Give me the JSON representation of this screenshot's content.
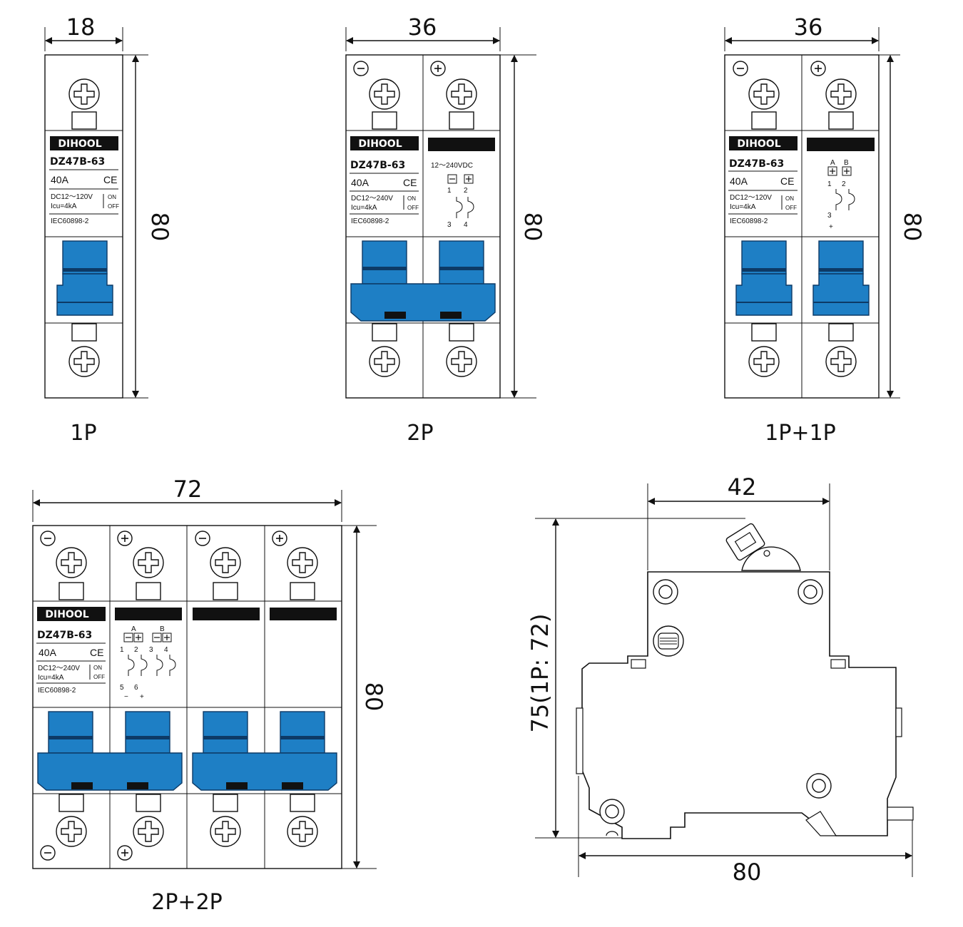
{
  "brand": "DIHOOL",
  "model": "DZ47B-63",
  "rating": "40A",
  "ce_mark": "CE",
  "voltage_120": "DC12～120V",
  "voltage_240": "DC12～240V",
  "voltage_240_module": "12～240VDC",
  "icu": "Icu=4kA",
  "standard": "IEC60898-2",
  "on_label": "ON",
  "off_label": "OFF",
  "terminals": {
    "t1": "1",
    "t2": "2",
    "t3": "3",
    "t4": "4",
    "t5": "5",
    "t6": "6",
    "a": "A",
    "b": "B",
    "plus": "+",
    "minus": "−"
  },
  "views": {
    "p1": {
      "caption": "1P",
      "width": "18",
      "height": "80"
    },
    "p2": {
      "caption": "2P",
      "width": "36",
      "height": "80"
    },
    "p1p1": {
      "caption": "1P+1P",
      "width": "36",
      "height": "80"
    },
    "p2p2": {
      "caption": "2P+2P",
      "width": "72",
      "height": "80"
    },
    "side": {
      "depth": "42",
      "height": "75(1P: 72)",
      "length": "80"
    }
  }
}
